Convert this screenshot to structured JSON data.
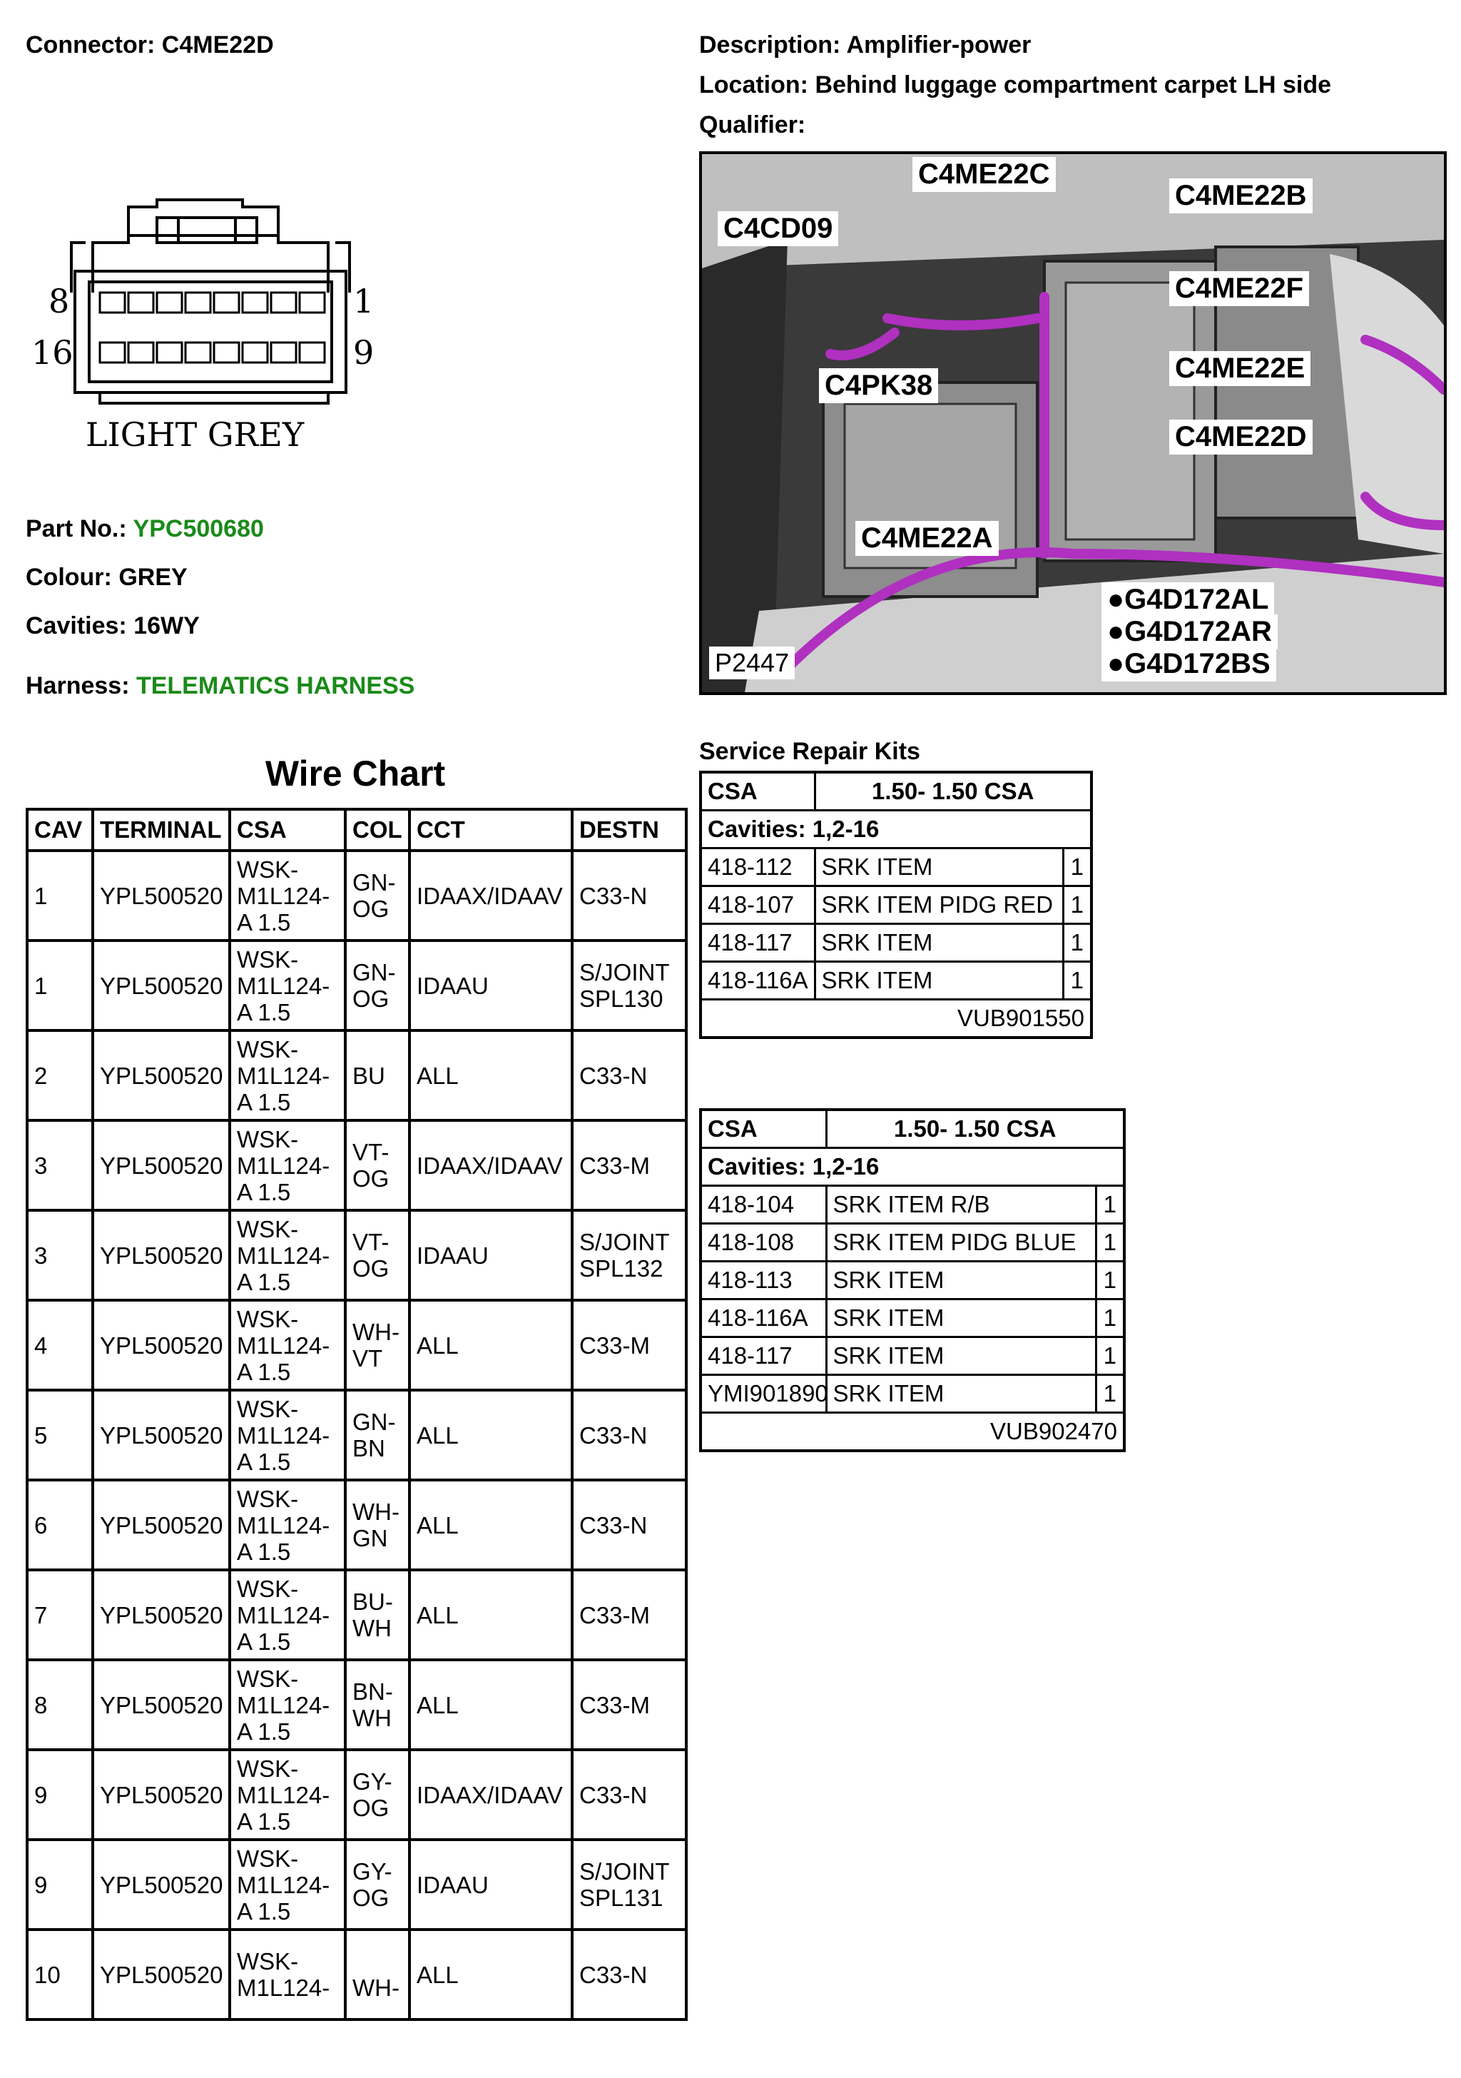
{
  "header": {
    "connector_label": "Connector:",
    "connector_value": "C4ME22D",
    "description_label": "Description:",
    "description_value": "Amplifier-power",
    "location_label": "Location:",
    "location_value": "Behind luggage compartment carpet LH side",
    "qualifier_label": "Qualifier:",
    "qualifier_value": ""
  },
  "connector_drawing": {
    "pin_top_left": "8",
    "pin_top_right": "1",
    "pin_bottom_left": "16",
    "pin_bottom_right": "9",
    "colour_caption": "LIGHT GREY"
  },
  "part_info": {
    "part_no_label": "Part No.:",
    "part_no_value": "YPC500680",
    "colour_label": "Colour:",
    "colour_value": "GREY",
    "cavities_label": "Cavities:",
    "cavities_value": "16WY",
    "harness_label": "Harness:",
    "harness_value": "TELEMATICS HARNESS",
    "link_color": "#1a8a1a"
  },
  "location_photo": {
    "callouts": [
      "C4ME22C",
      "C4ME22B",
      "C4CD09",
      "C4ME22F",
      "C4ME22E",
      "C4PK38",
      "C4ME22D",
      "C4ME22A",
      "●G4D172AL",
      "●G4D172AR",
      "●G4D172BS"
    ],
    "photo_ref": "P2447",
    "harness_color": "#b030c0"
  },
  "wire_chart": {
    "title": "Wire Chart",
    "columns": [
      "CAV",
      "TERMINAL",
      "CSA",
      "COL",
      "CCT",
      "DESTN"
    ],
    "rows": [
      {
        "cav": "1",
        "terminal": "YPL500520",
        "csa": "WSK-\nM1L124-\nA 1.5",
        "col": "GN-\nOG",
        "cct": "IDAAX/IDAAV",
        "destn": "C33-N"
      },
      {
        "cav": "1",
        "terminal": "YPL500520",
        "csa": "WSK-\nM1L124-\nA 1.5",
        "col": "GN-\nOG",
        "cct": "IDAAU",
        "destn": "S/JOINT\nSPL130"
      },
      {
        "cav": "2",
        "terminal": "YPL500520",
        "csa": "WSK-\nM1L124-\nA 1.5",
        "col": "BU",
        "cct": "ALL",
        "destn": "C33-N"
      },
      {
        "cav": "3",
        "terminal": "YPL500520",
        "csa": "WSK-\nM1L124-\nA 1.5",
        "col": "VT-\nOG",
        "cct": "IDAAX/IDAAV",
        "destn": "C33-M"
      },
      {
        "cav": "3",
        "terminal": "YPL500520",
        "csa": "WSK-\nM1L124-\nA 1.5",
        "col": "VT-\nOG",
        "cct": "IDAAU",
        "destn": "S/JOINT\nSPL132"
      },
      {
        "cav": "4",
        "terminal": "YPL500520",
        "csa": "WSK-\nM1L124-\nA 1.5",
        "col": "WH-\nVT",
        "cct": "ALL",
        "destn": "C33-M"
      },
      {
        "cav": "5",
        "terminal": "YPL500520",
        "csa": "WSK-\nM1L124-\nA 1.5",
        "col": "GN-\nBN",
        "cct": "ALL",
        "destn": "C33-N"
      },
      {
        "cav": "6",
        "terminal": "YPL500520",
        "csa": "WSK-\nM1L124-\nA 1.5",
        "col": "WH-\nGN",
        "cct": "ALL",
        "destn": "C33-N"
      },
      {
        "cav": "7",
        "terminal": "YPL500520",
        "csa": "WSK-\nM1L124-\nA 1.5",
        "col": "BU-\nWH",
        "cct": "ALL",
        "destn": "C33-M"
      },
      {
        "cav": "8",
        "terminal": "YPL500520",
        "csa": "WSK-\nM1L124-\nA 1.5",
        "col": "BN-\nWH",
        "cct": "ALL",
        "destn": "C33-M"
      },
      {
        "cav": "9",
        "terminal": "YPL500520",
        "csa": "WSK-\nM1L124-\nA 1.5",
        "col": "GY-\nOG",
        "cct": "IDAAX/IDAAV",
        "destn": "C33-N"
      },
      {
        "cav": "9",
        "terminal": "YPL500520",
        "csa": "WSK-\nM1L124-\nA 1.5",
        "col": "GY-\nOG",
        "cct": "IDAAU",
        "destn": "S/JOINT\nSPL131"
      },
      {
        "cav": "10",
        "terminal": "YPL500520",
        "csa": "WSK-\nM1L124-",
        "col": "\nWH-",
        "cct": "ALL",
        "destn": "C33-N"
      }
    ]
  },
  "service_repair_kits": {
    "title": "Service Repair Kits",
    "kits": [
      {
        "csa_label": "CSA",
        "csa_value": "1.50- 1.50 CSA",
        "cavities": "Cavities: 1,2-16",
        "items": [
          {
            "part": "418-112",
            "desc": "SRK ITEM",
            "qty": "1"
          },
          {
            "part": "418-107",
            "desc": "SRK ITEM PIDG RED",
            "qty": "1"
          },
          {
            "part": "418-117",
            "desc": "SRK ITEM",
            "qty": "1"
          },
          {
            "part": "418-116A",
            "desc": "SRK ITEM",
            "qty": "1"
          }
        ],
        "kit_ref": "VUB901550"
      },
      {
        "csa_label": "CSA",
        "csa_value": "1.50- 1.50 CSA",
        "cavities": "Cavities: 1,2-16",
        "items": [
          {
            "part": "418-104",
            "desc": "SRK ITEM R/B",
            "qty": "1"
          },
          {
            "part": "418-108",
            "desc": "SRK ITEM PIDG BLUE",
            "qty": "1"
          },
          {
            "part": "418-113",
            "desc": "SRK ITEM",
            "qty": "1"
          },
          {
            "part": "418-116A",
            "desc": "SRK ITEM",
            "qty": "1"
          },
          {
            "part": "418-117",
            "desc": "SRK ITEM",
            "qty": "1"
          },
          {
            "part": "YMI901890",
            "desc": "SRK ITEM",
            "qty": "1"
          }
        ],
        "kit_ref": "VUB902470"
      }
    ]
  }
}
